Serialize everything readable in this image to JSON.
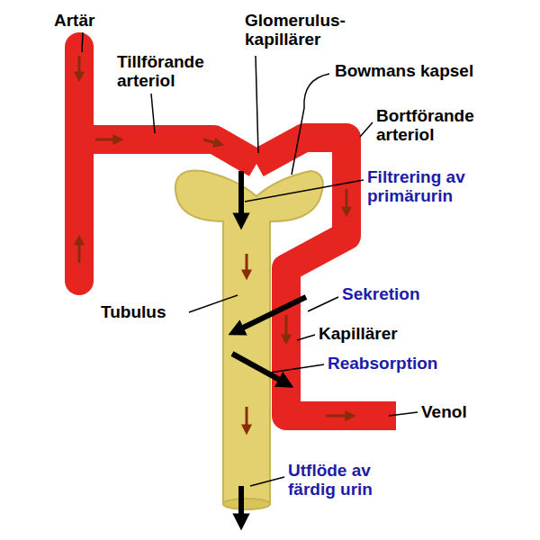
{
  "diagram": {
    "labels": [
      "Artär",
      "Tillförande arteriol",
      "Glomerulus- kapillärer",
      "Bowmans kapsel",
      "Bortförande arteriol",
      "Filtrering av primärurin",
      "Tubulus",
      "Sekretion",
      "Kapillärer",
      "Reabsorption",
      "Venol",
      "Utflöde av färdig urin"
    ]
  }
}
